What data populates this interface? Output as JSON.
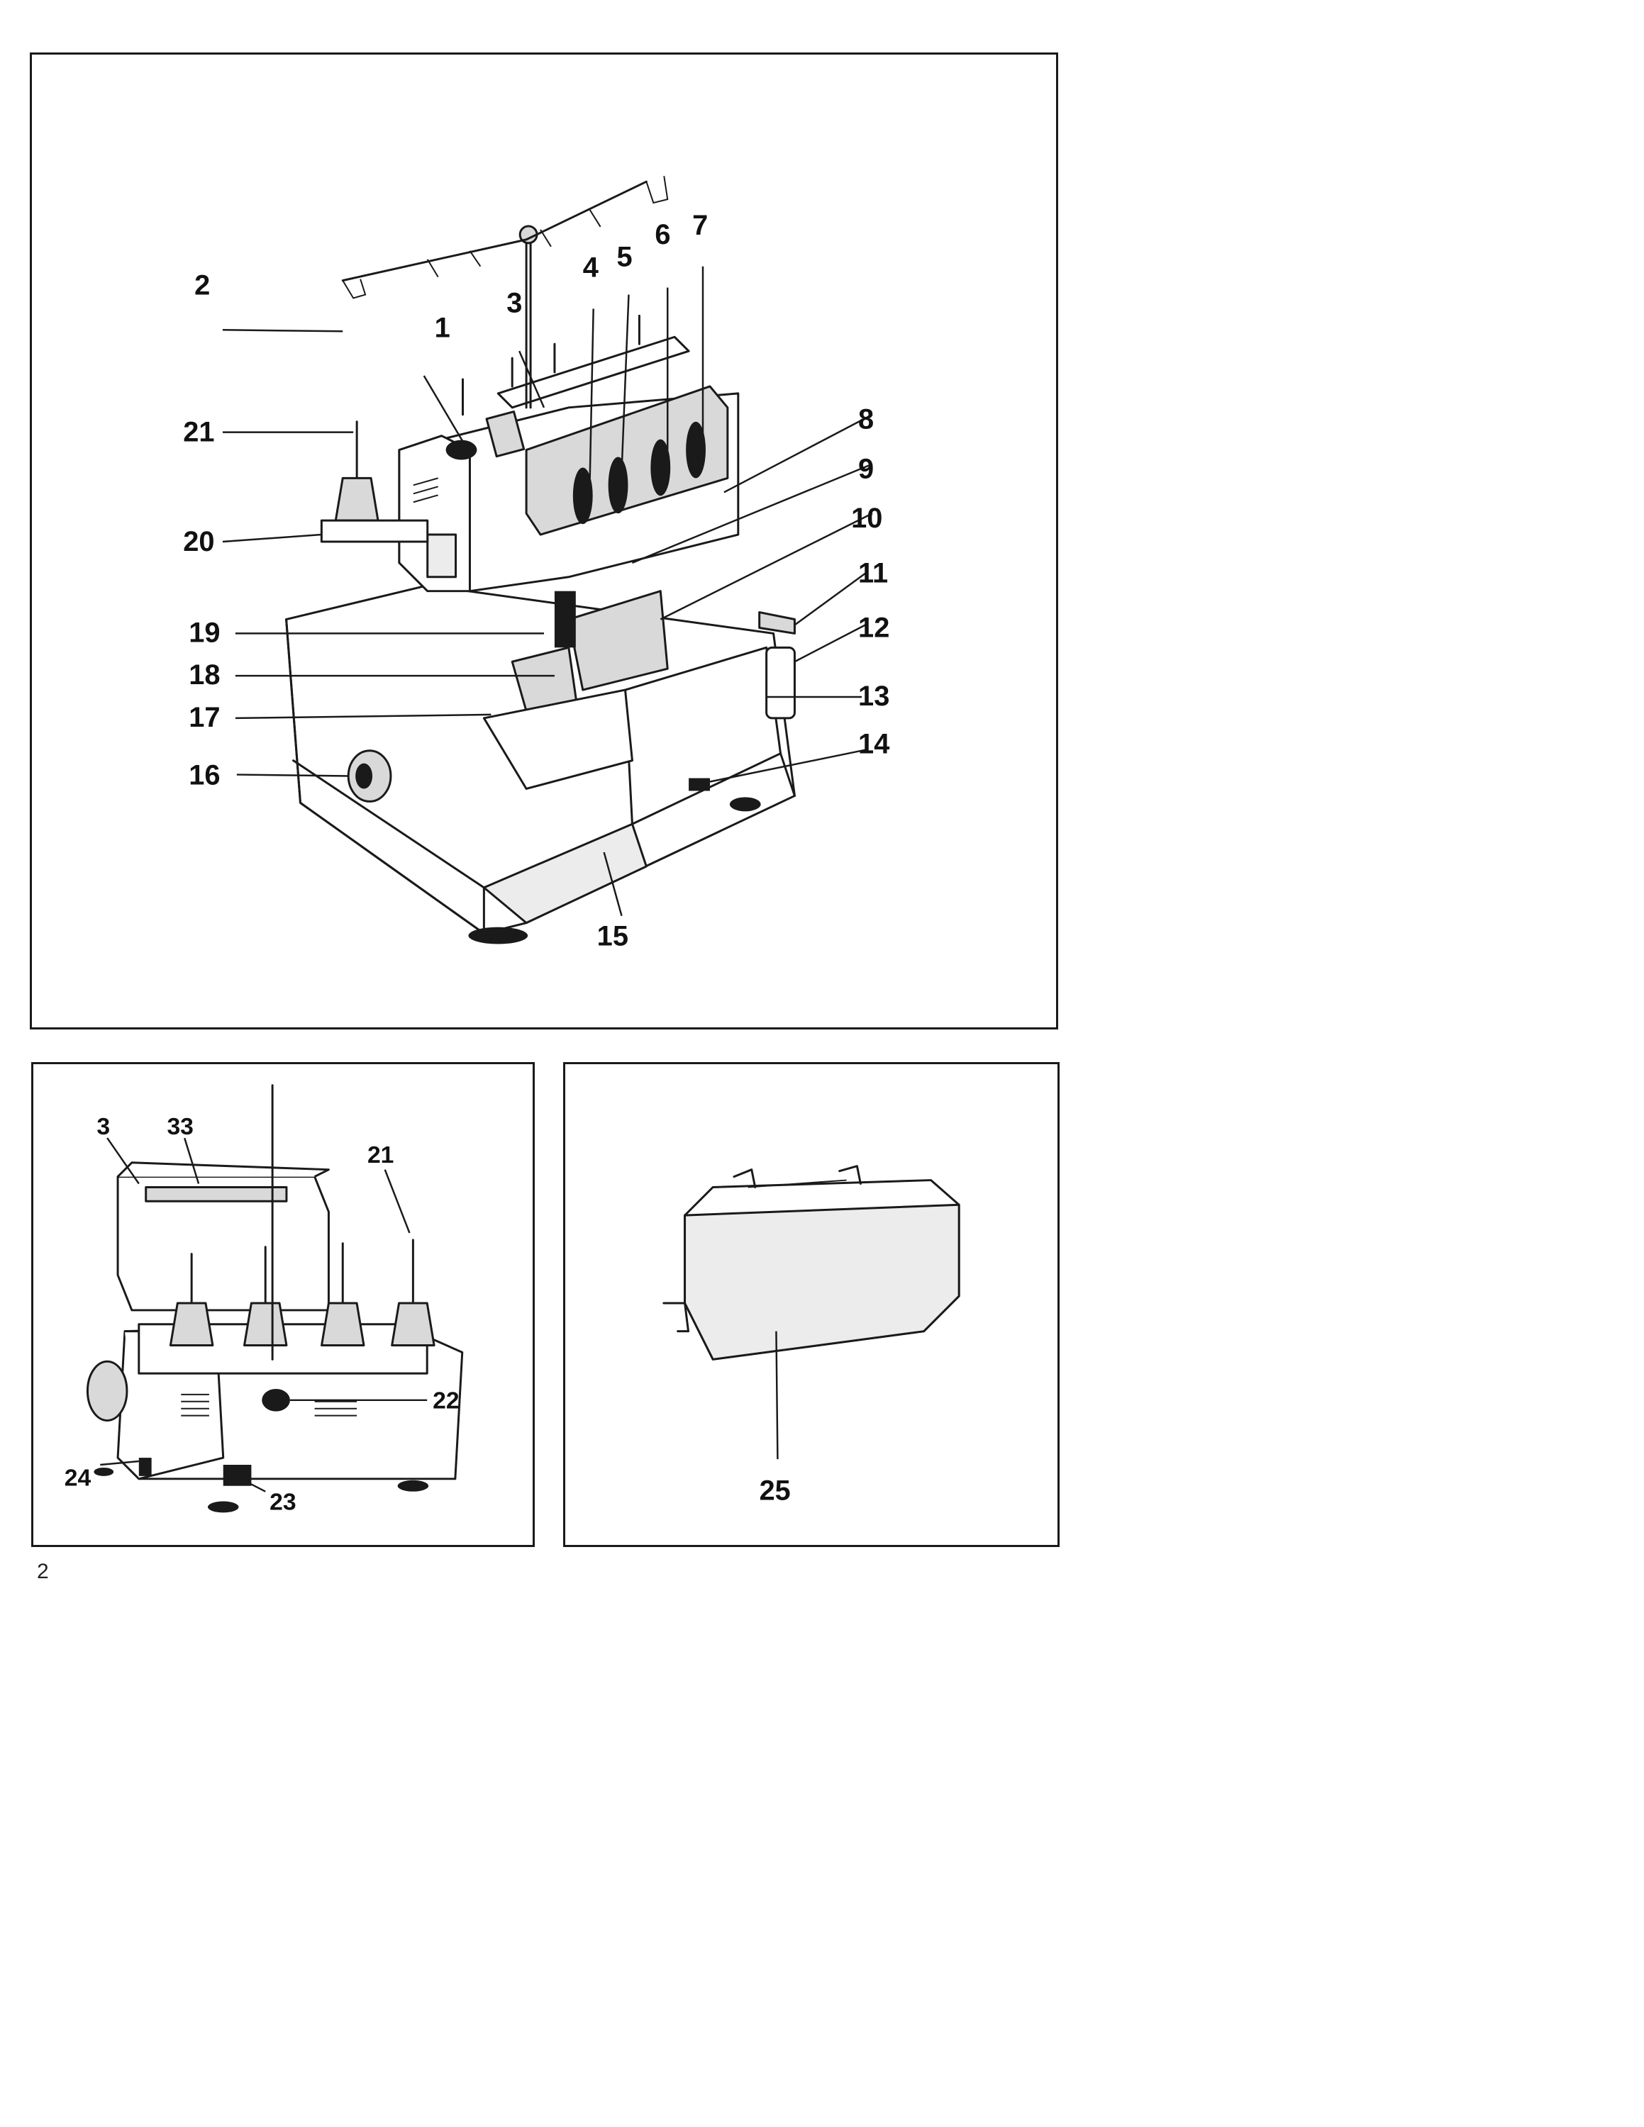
{
  "page_number": "2",
  "main_figure": {
    "callouts": [
      "1",
      "2",
      "3",
      "4",
      "5",
      "6",
      "7",
      "8",
      "9",
      "10",
      "11",
      "12",
      "13",
      "14",
      "15",
      "16",
      "17",
      "18",
      "19",
      "20",
      "21"
    ]
  },
  "rear_figure": {
    "callouts": [
      "3",
      "33",
      "21",
      "22",
      "24",
      "23"
    ]
  },
  "cover_figure": {
    "callouts": [
      "25"
    ]
  }
}
